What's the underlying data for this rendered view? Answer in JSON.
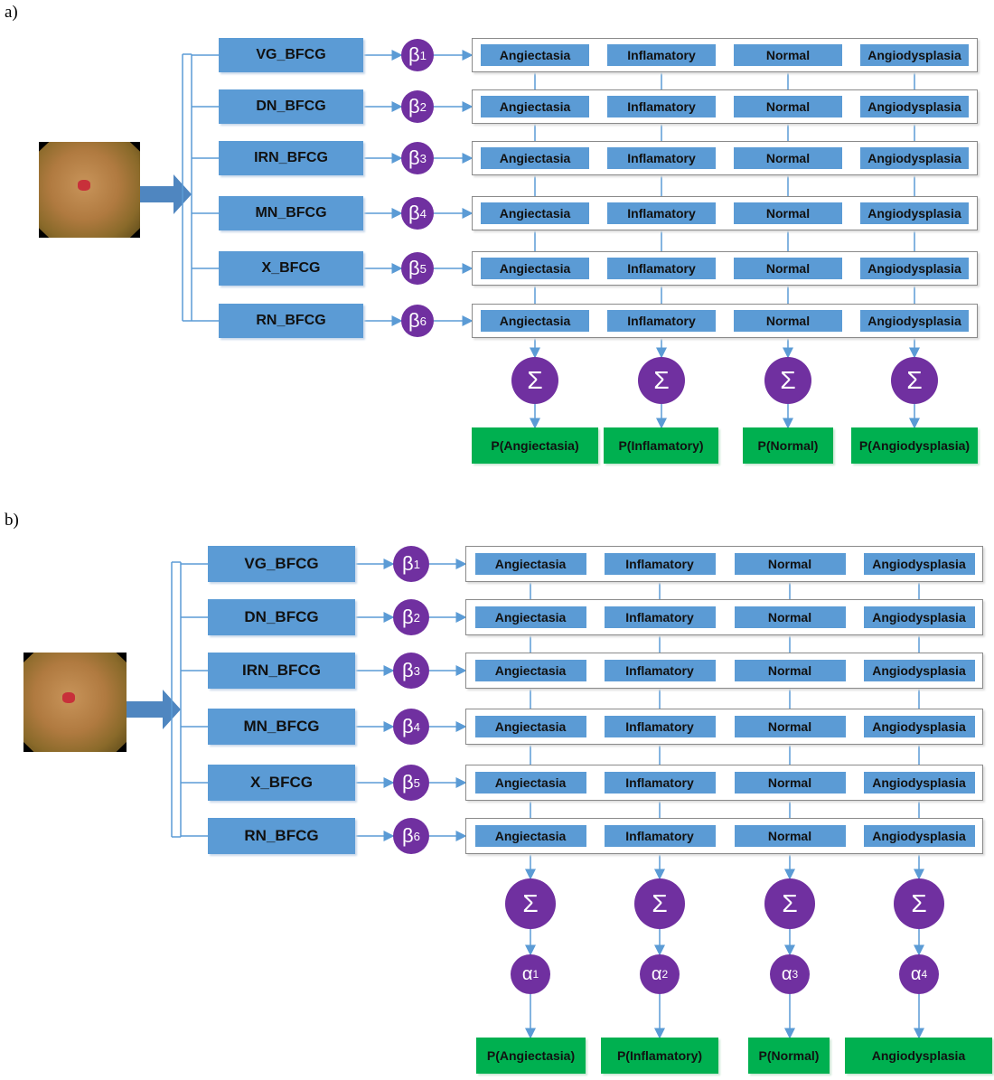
{
  "colors": {
    "model": "#5b9bd5",
    "weight": "#7030a0",
    "output": "#00b050",
    "line": "#5b9bd5"
  },
  "panels": [
    {
      "label": "a)",
      "models": [
        "VG_BFCG",
        "DN_BFCG",
        "IRN_BFCG",
        "MN_BFCG",
        "X_BFCG",
        "RN_BFCG"
      ],
      "weights": [
        "β",
        "β",
        "β",
        "β",
        "β",
        "β"
      ],
      "weight_subs": [
        "1",
        "2",
        "3",
        "4",
        "5",
        "6"
      ],
      "classes": [
        "Angiectasia",
        "Inflamatory",
        "Normal",
        "Angiodysplasia"
      ],
      "sum_symbol": "Σ",
      "alphas": [],
      "outputs": [
        "P(Angiectasia)",
        "P(Inflamatory)",
        "P(Normal)",
        "P(Angiodysplasia)"
      ]
    },
    {
      "label": "b)",
      "models": [
        "VG_BFCG",
        "DN_BFCG",
        "IRN_BFCG",
        "MN_BFCG",
        "X_BFCG",
        "RN_BFCG"
      ],
      "weights": [
        "β",
        "β",
        "β",
        "β",
        "β",
        "β"
      ],
      "weight_subs": [
        "1",
        "2",
        "3",
        "4",
        "5",
        "6"
      ],
      "classes": [
        "Angiectasia",
        "Inflamatory",
        "Normal",
        "Angiodysplasia"
      ],
      "sum_symbol": "Σ",
      "alphas": [
        "α",
        "α",
        "α",
        "α"
      ],
      "alpha_subs": [
        "1",
        "2",
        "3",
        "4"
      ],
      "outputs": [
        "P(Angiectasia)",
        "P(Inflamatory)",
        "P(Normal)",
        "Angiodysplasia"
      ]
    }
  ]
}
